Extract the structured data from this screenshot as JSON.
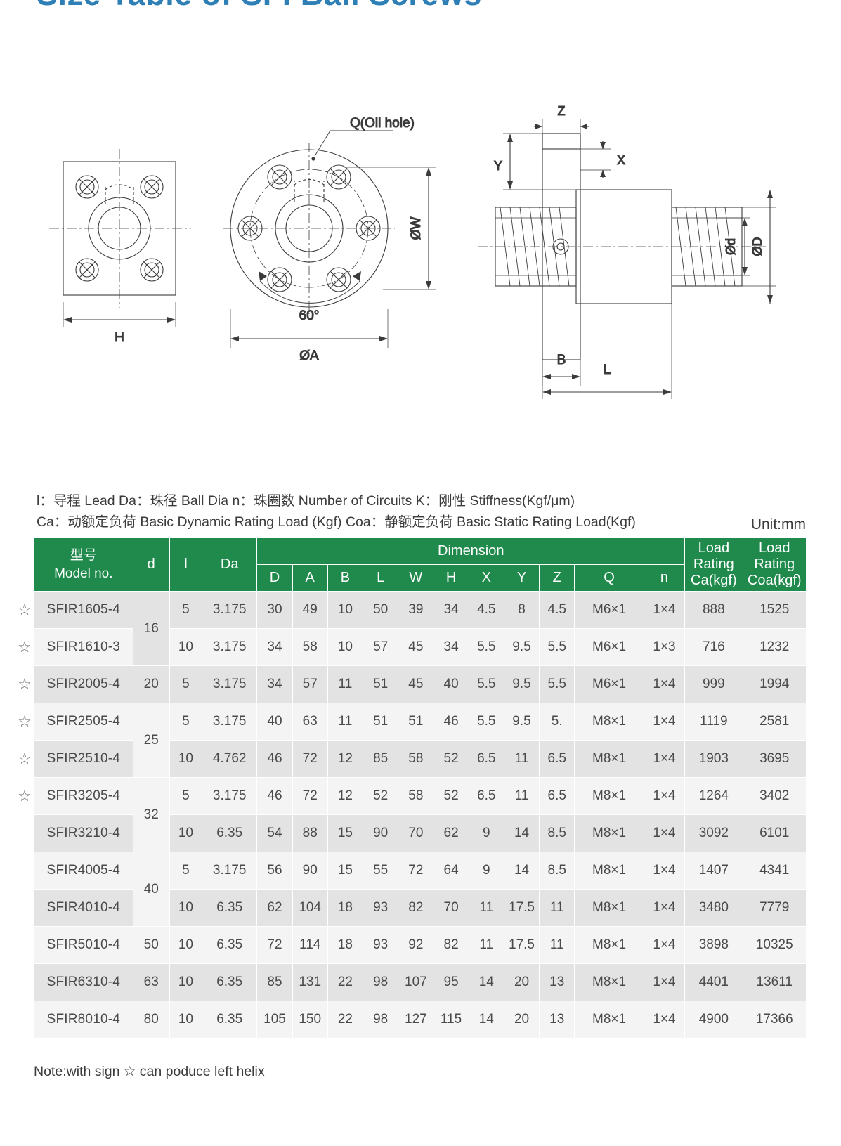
{
  "page": {
    "title": "Size Table of SFI Ball Screws",
    "unit_note": "Unit:mm",
    "footer_note": "Note:with sign ☆ can poduce left helix"
  },
  "legend": {
    "line1": "l：导程  Lead   Da：珠径 Ball Dia   n：珠圈数 Number of Circuits   K：刚性 Stiffness(Kgf/μm)",
    "line2": "Ca：动额定负荷 Basic Dynamic Rating Load (Kgf)    Coa：静额定负荷 Basic Static Rating Load(Kgf)"
  },
  "drawing": {
    "labels": {
      "oil_hole": "Q(Oil hole)",
      "angle": "60°",
      "diameter_a": "ØA",
      "diameter_w": "ØW",
      "h": "H",
      "b": "B",
      "l": "L",
      "x": "X",
      "y": "Y",
      "z": "Z",
      "diameter_d_small": "Ød",
      "diameter_d_big": "ØD"
    }
  },
  "table": {
    "header_groups": {
      "model": "型号\nModel no.",
      "model_cn": "型号",
      "model_en": "Model no.",
      "d": "d",
      "l": "l",
      "da": "Da",
      "dimension": "Dimension",
      "load_ca_l1": "Load",
      "load_ca_l2": "Rating",
      "load_ca_l3": "Ca(kgf)",
      "load_coa_l1": "Load",
      "load_coa_l2": "Rating",
      "load_coa_l3": "Coa(kgf)"
    },
    "dimension_columns": [
      "D",
      "A",
      "B",
      "L",
      "W",
      "H",
      "X",
      "Y",
      "Z",
      "Q",
      "n"
    ],
    "rows": [
      {
        "star": true,
        "model": "SFIR1605-4",
        "d": "16",
        "d_span": 2,
        "l": "5",
        "da": "3.175",
        "D": "30",
        "A": "49",
        "B": "10",
        "L": "50",
        "W": "39",
        "H": "34",
        "X": "4.5",
        "Y": "8",
        "Z": "4.5",
        "Q": "M6×1",
        "n": "1×4",
        "ca": "888",
        "coa": "1525"
      },
      {
        "star": true,
        "model": "SFIR1610-3",
        "d": "",
        "d_span": 0,
        "l": "10",
        "da": "3.175",
        "D": "34",
        "A": "58",
        "B": "10",
        "L": "57",
        "W": "45",
        "H": "34",
        "X": "5.5",
        "Y": "9.5",
        "Z": "5.5",
        "Q": "M6×1",
        "n": "1×3",
        "ca": "716",
        "coa": "1232"
      },
      {
        "star": true,
        "model": "SFIR2005-4",
        "d": "20",
        "d_span": 1,
        "l": "5",
        "da": "3.175",
        "D": "34",
        "A": "57",
        "B": "11",
        "L": "51",
        "W": "45",
        "H": "40",
        "X": "5.5",
        "Y": "9.5",
        "Z": "5.5",
        "Q": "M6×1",
        "n": "1×4",
        "ca": "999",
        "coa": "1994"
      },
      {
        "star": true,
        "model": "SFIR2505-4",
        "d": "25",
        "d_span": 2,
        "l": "5",
        "da": "3.175",
        "D": "40",
        "A": "63",
        "B": "11",
        "L": "51",
        "W": "51",
        "H": "46",
        "X": "5.5",
        "Y": "9.5",
        "Z": "5.",
        "Q": "M8×1",
        "n": "1×4",
        "ca": "1119",
        "coa": "2581"
      },
      {
        "star": true,
        "model": "SFIR2510-4",
        "d": "",
        "d_span": 0,
        "l": "10",
        "da": "4.762",
        "D": "46",
        "A": "72",
        "B": "12",
        "L": "85",
        "W": "58",
        "H": "52",
        "X": "6.5",
        "Y": "11",
        "Z": "6.5",
        "Q": "M8×1",
        "n": "1×4",
        "ca": "1903",
        "coa": "3695"
      },
      {
        "star": true,
        "model": "SFIR3205-4",
        "d": "32",
        "d_span": 2,
        "l": "5",
        "da": "3.175",
        "D": "46",
        "A": "72",
        "B": "12",
        "L": "52",
        "W": "58",
        "H": "52",
        "X": "6.5",
        "Y": "11",
        "Z": "6.5",
        "Q": "M8×1",
        "n": "1×4",
        "ca": "1264",
        "coa": "3402"
      },
      {
        "star": false,
        "model": "SFIR3210-4",
        "d": "",
        "d_span": 0,
        "l": "10",
        "da": "6.35",
        "D": "54",
        "A": "88",
        "B": "15",
        "L": "90",
        "W": "70",
        "H": "62",
        "X": "9",
        "Y": "14",
        "Z": "8.5",
        "Q": "M8×1",
        "n": "1×4",
        "ca": "3092",
        "coa": "6101"
      },
      {
        "star": false,
        "model": "SFIR4005-4",
        "d": "40",
        "d_span": 2,
        "l": "5",
        "da": "3.175",
        "D": "56",
        "A": "90",
        "B": "15",
        "L": "55",
        "W": "72",
        "H": "64",
        "X": "9",
        "Y": "14",
        "Z": "8.5",
        "Q": "M8×1",
        "n": "1×4",
        "ca": "1407",
        "coa": "4341"
      },
      {
        "star": false,
        "model": "SFIR4010-4",
        "d": "",
        "d_span": 0,
        "l": "10",
        "da": "6.35",
        "D": "62",
        "A": "104",
        "B": "18",
        "L": "93",
        "W": "82",
        "H": "70",
        "X": "11",
        "Y": "17.5",
        "Z": "11",
        "Q": "M8×1",
        "n": "1×4",
        "ca": "3480",
        "coa": "7779"
      },
      {
        "star": false,
        "model": "SFIR5010-4",
        "d": "50",
        "d_span": 1,
        "l": "10",
        "da": "6.35",
        "D": "72",
        "A": "114",
        "B": "18",
        "L": "93",
        "W": "92",
        "H": "82",
        "X": "11",
        "Y": "17.5",
        "Z": "11",
        "Q": "M8×1",
        "n": "1×4",
        "ca": "3898",
        "coa": "10325"
      },
      {
        "star": false,
        "model": "SFIR6310-4",
        "d": "63",
        "d_span": 1,
        "l": "10",
        "da": "6.35",
        "D": "85",
        "A": "131",
        "B": "22",
        "L": "98",
        "W": "107",
        "H": "95",
        "X": "14",
        "Y": "20",
        "Z": "13",
        "Q": "M8×1",
        "n": "1×4",
        "ca": "4401",
        "coa": "13611"
      },
      {
        "star": false,
        "model": "SFIR8010-4",
        "d": "80",
        "d_span": 1,
        "l": "10",
        "da": "6.35",
        "D": "105",
        "A": "150",
        "B": "22",
        "L": "98",
        "W": "127",
        "H": "115",
        "X": "14",
        "Y": "20",
        "Z": "13",
        "Q": "M8×1",
        "n": "1×4",
        "ca": "4900",
        "coa": "17366"
      }
    ]
  }
}
